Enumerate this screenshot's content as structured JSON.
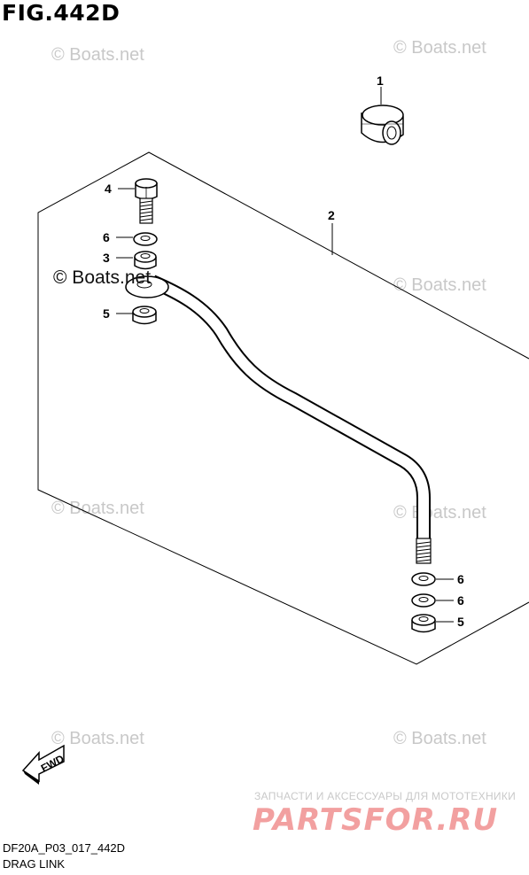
{
  "header": {
    "title": "FIG.442D"
  },
  "callouts": [
    {
      "id": "c1",
      "label": "1"
    },
    {
      "id": "c2",
      "label": "2"
    },
    {
      "id": "c4",
      "label": "4"
    },
    {
      "id": "c6a",
      "label": "6"
    },
    {
      "id": "c3",
      "label": "3"
    },
    {
      "id": "c5a",
      "label": "5"
    },
    {
      "id": "c6b",
      "label": "6"
    },
    {
      "id": "c6c",
      "label": "6"
    },
    {
      "id": "c5b",
      "label": "5"
    }
  ],
  "watermark": {
    "text": "© Boats.net",
    "main": "© Boats.net"
  },
  "fwd": {
    "label": "FWD"
  },
  "footer": {
    "code": "DF20A_P03_017_442D",
    "name": "DRAG LINK"
  },
  "promo": {
    "tagline": "ЗАПЧАСТИ И АКСЕССУАРЫ ДЛЯ МОТОТЕХНИКИ",
    "brand": "PARTSFOR.RU"
  },
  "colors": {
    "line": "#000000",
    "watermark": "#c8c8c8",
    "promo_brand": "#f2a0a0",
    "promo_tagline": "#c9c9c9"
  }
}
